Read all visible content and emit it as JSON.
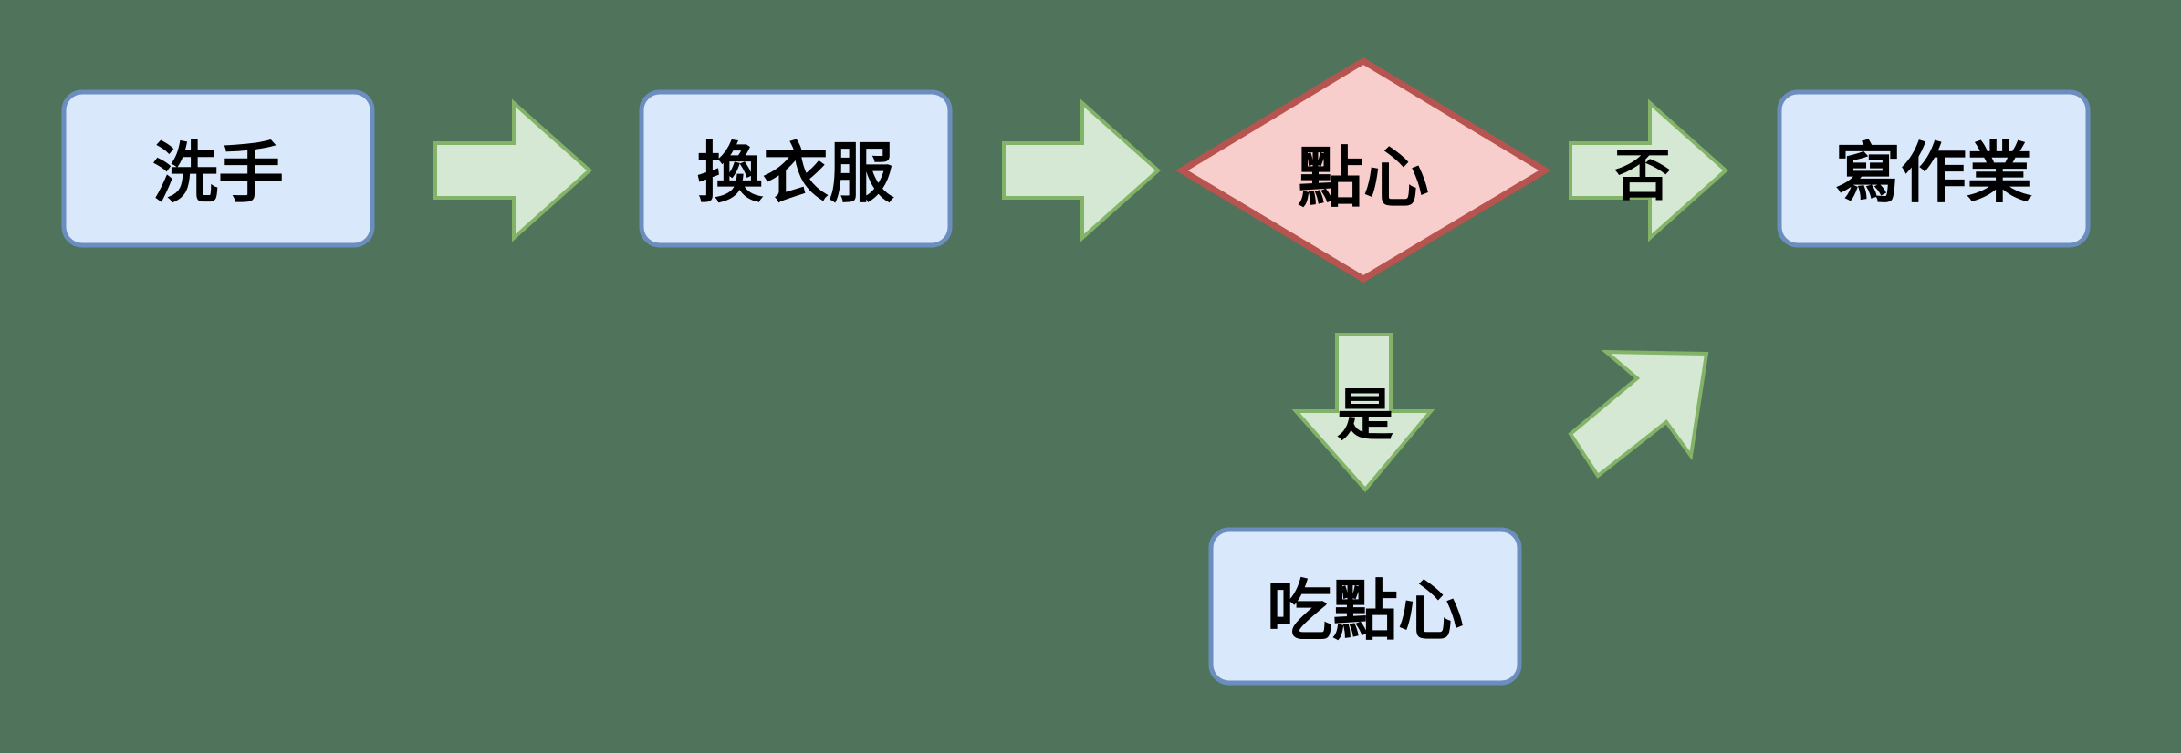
{
  "nodes": {
    "wash_hands": "洗手",
    "change_clothes": "換衣服",
    "snack_decision": "點心",
    "eat_snack": "吃點心",
    "homework": "寫作業"
  },
  "edges": {
    "no": "否",
    "yes": "是"
  },
  "colors": {
    "background": "#50735c",
    "process_fill": "#dae8fc",
    "process_stroke": "#6c8ebf",
    "decision_fill": "#f8cecc",
    "decision_stroke": "#b85450",
    "arrow_fill": "#d5e8d4",
    "arrow_stroke": "#82b366"
  }
}
